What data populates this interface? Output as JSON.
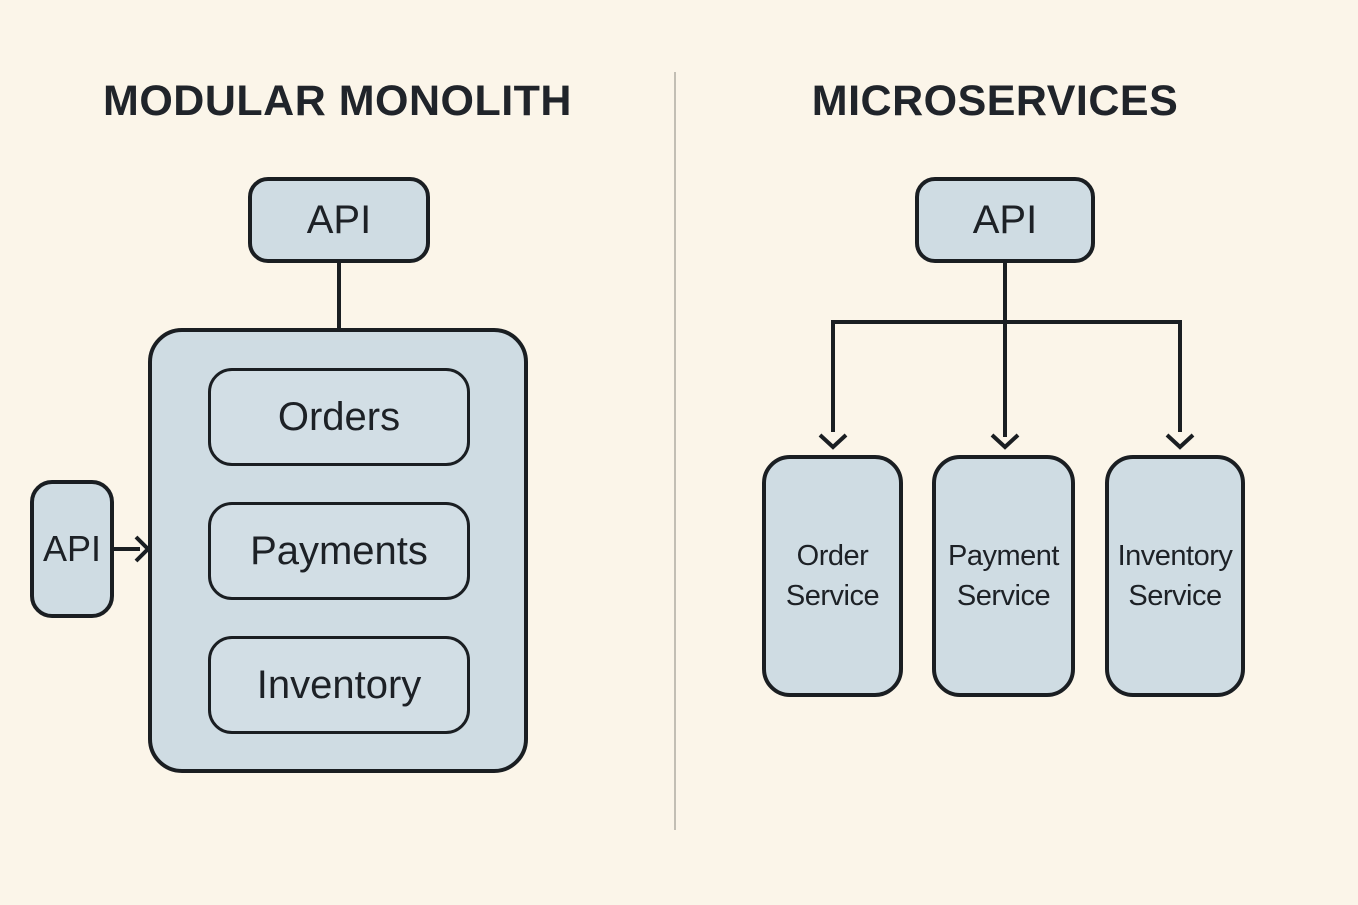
{
  "colors": {
    "background": "#FBF5E9",
    "box_fill": "#CFDCE3",
    "inner_box_fill": "#D2DEE5",
    "stroke": "#1A1E22",
    "text": "#1D2126",
    "divider": "#C2BEB4"
  },
  "left_panel": {
    "title": "MODULAR MONOLITH",
    "api_box_label": "API",
    "external_api_box_label": "API",
    "modules": [
      "Orders",
      "Payments",
      "Inventory"
    ]
  },
  "right_panel": {
    "title": "MICROSERVICES",
    "api_box_label": "API",
    "services": [
      "Order Service",
      "Payment Service",
      "Inventory Service"
    ]
  }
}
